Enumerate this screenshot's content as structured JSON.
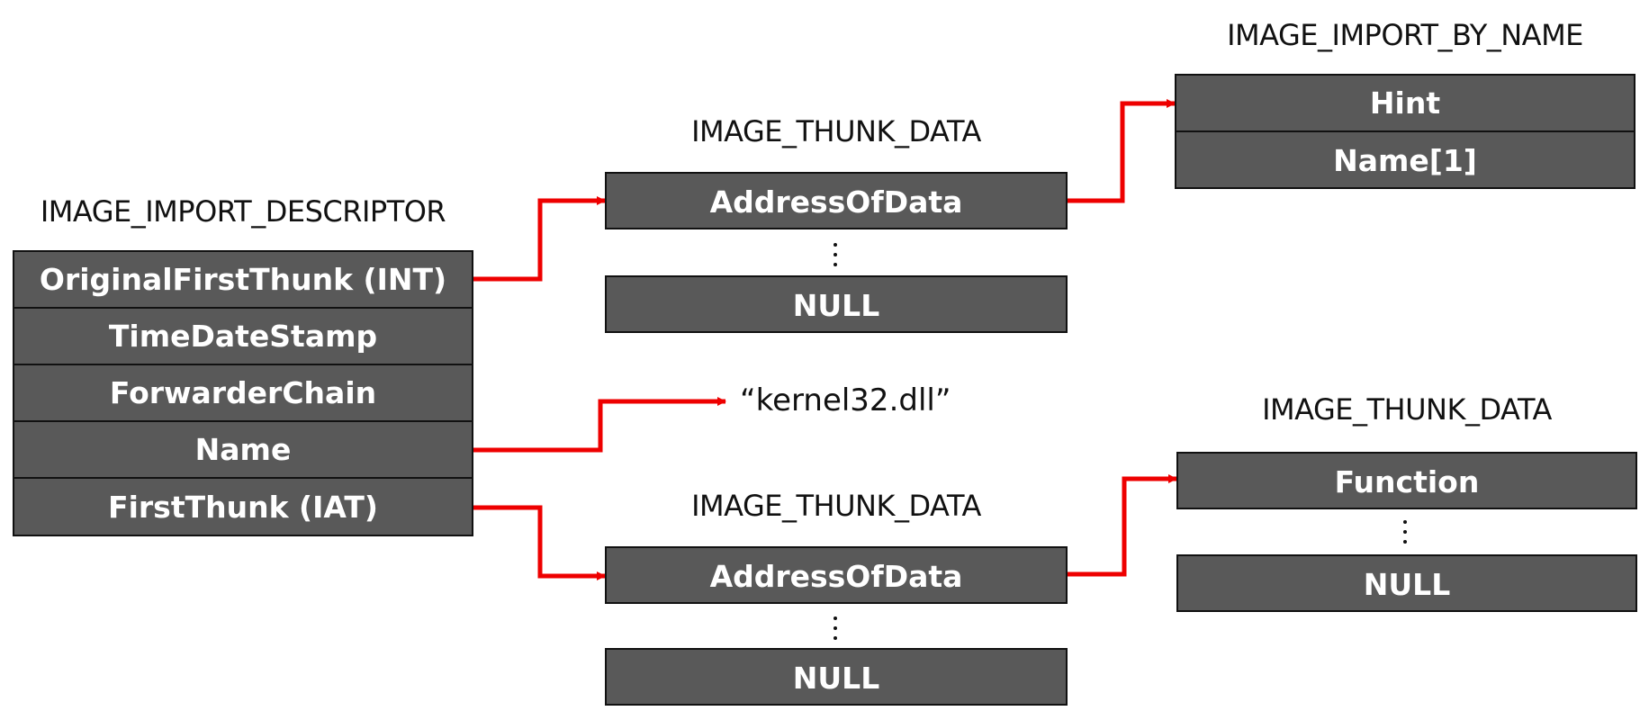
{
  "descriptor": {
    "title": "IMAGE_IMPORT_DESCRIPTOR",
    "fields": [
      "OriginalFirstThunk (INT)",
      "TimeDateStamp",
      "ForwarderChain",
      "Name",
      "FirstThunk (IAT)"
    ]
  },
  "int_thunk": {
    "title": "IMAGE_THUNK_DATA",
    "fields": [
      "AddressOfData"
    ],
    "terminator": "NULL"
  },
  "iat_thunk": {
    "title": "IMAGE_THUNK_DATA",
    "fields": [
      "AddressOfData"
    ],
    "terminator": "NULL"
  },
  "import_by_name": {
    "title": "IMAGE_IMPORT_BY_NAME",
    "fields": [
      "Hint",
      "Name[1]"
    ]
  },
  "function_thunk": {
    "title": "IMAGE_THUNK_DATA",
    "fields": [
      "Function"
    ],
    "terminator": "NULL"
  },
  "dll_name": "“kernel32.dll”",
  "colors": {
    "box_fill": "#595959",
    "box_border": "#111111",
    "box_text": "#ffffff",
    "arrow": "#ee0000"
  }
}
